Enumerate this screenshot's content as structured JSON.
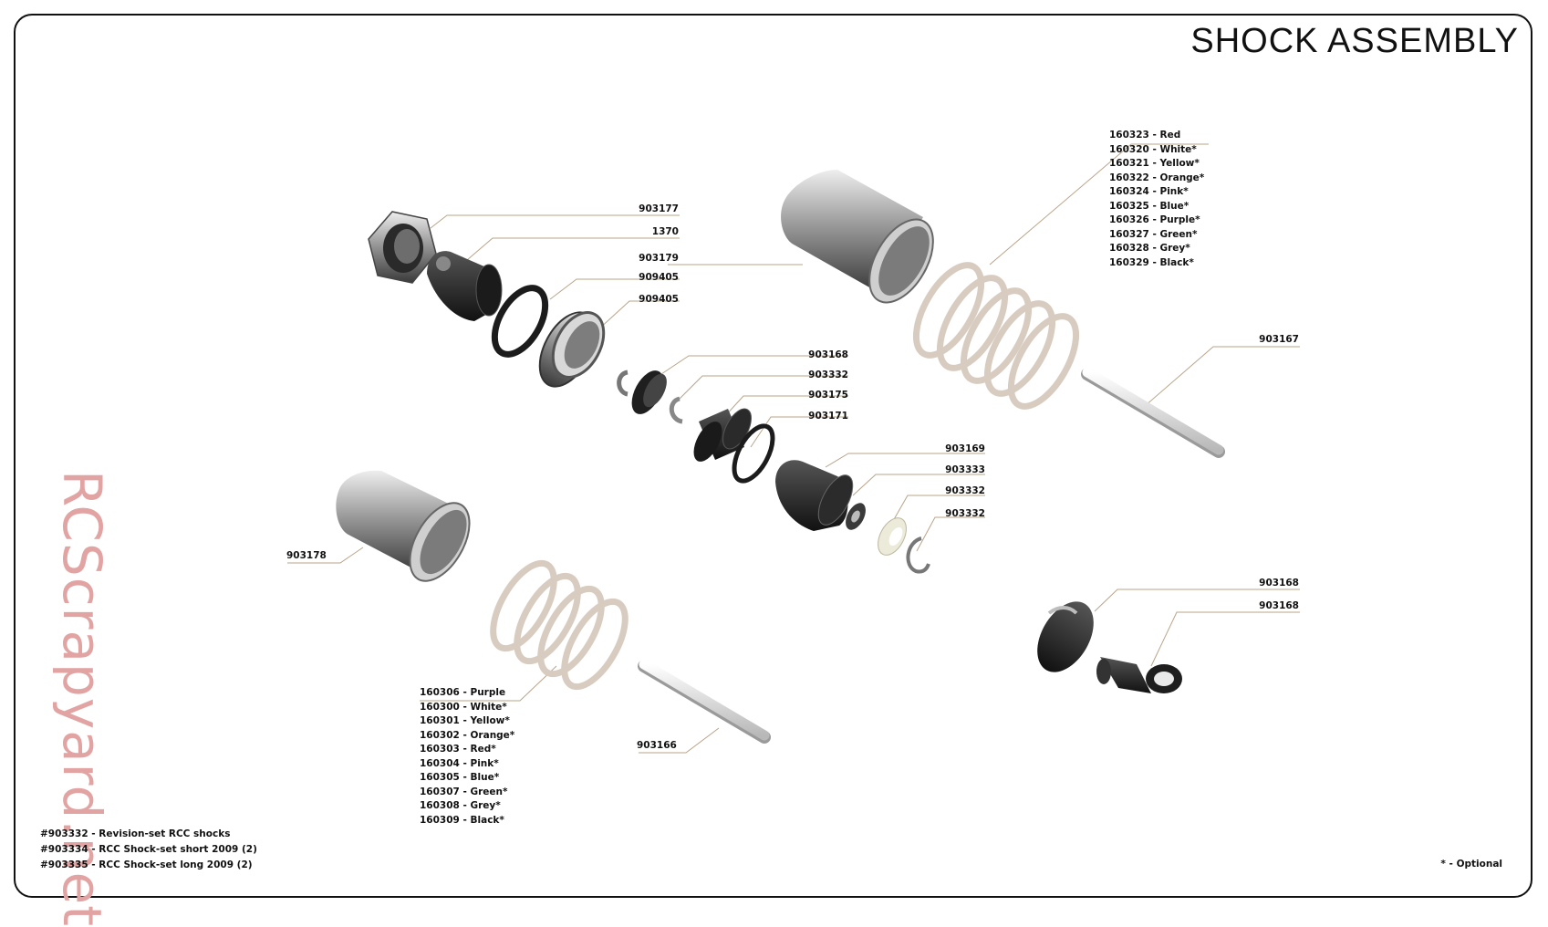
{
  "title": "SHOCK  ASSEMBLY",
  "watermark": "RCScrapyard.net",
  "labels": {
    "p903177": "903177",
    "p1370": "1370",
    "p903179": "903179",
    "p909405a": "909405",
    "p909405b": "909405",
    "p903168a": "903168",
    "p903332a": "903332",
    "p903175": "903175",
    "p903171": "903171",
    "p903169": "903169",
    "p903333": "903333",
    "p903332b": "903332",
    "p903332c": "903332",
    "p903167": "903167",
    "p903178": "903178",
    "p903166": "903166",
    "p903168b": "903168",
    "p903168c": "903168"
  },
  "springs_long": [
    "160323 - Red",
    "160320 - White*",
    "160321 - Yellow*",
    "160322 - Orange*",
    "160324 - Pink*",
    "160325 - Blue*",
    "160326 - Purple*",
    "160327 - Green*",
    "160328 - Grey*",
    "160329 - Black*"
  ],
  "springs_short": [
    "160306 - Purple",
    "160300 - White*",
    "160301 - Yellow*",
    "160302 - Orange*",
    "160303 - Red*",
    "160304 - Pink*",
    "160305 - Blue*",
    "160307 - Green*",
    "160308 - Grey*",
    "160309 - Black*"
  ],
  "sets": [
    "#903332 - Revision-set RCC shocks",
    "#903334 - RCC Shock-set short 2009 (2)",
    "#903335 - RCC Shock-set long 2009 (2)"
  ],
  "optional_note": "* - Optional"
}
